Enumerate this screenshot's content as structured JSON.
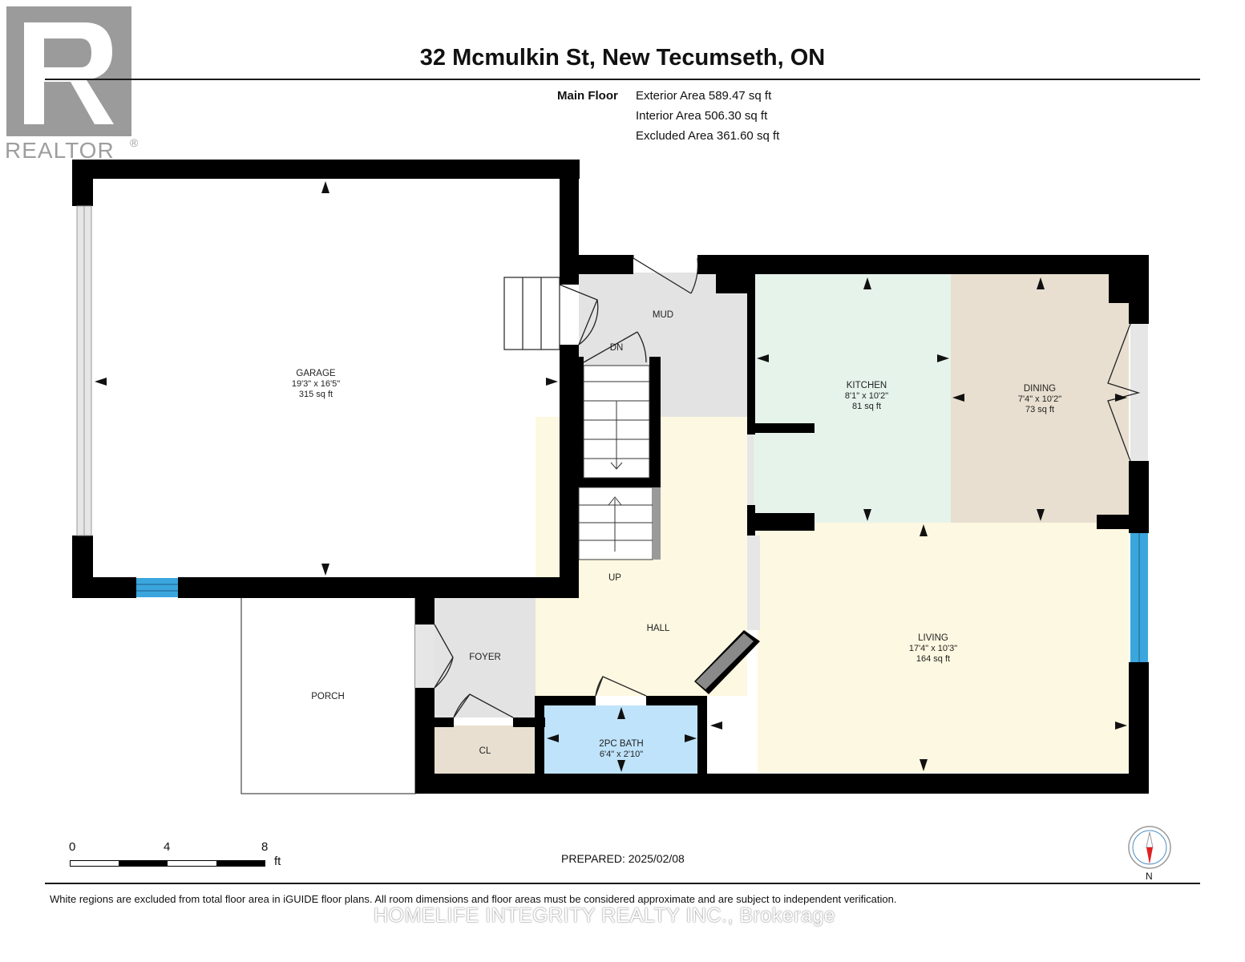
{
  "title": "32 Mcmulkin St, New Tecumseth, ON",
  "floor": {
    "name": "Main Floor",
    "exterior_area": "Exterior Area 589.47 sq ft",
    "interior_area": "Interior Area 506.30 sq ft",
    "excluded_area": "Excluded Area 361.60 sq ft"
  },
  "rooms": {
    "garage": {
      "name": "GARAGE",
      "dims": "19'3\" x 16'5\"",
      "area": "315 sq ft"
    },
    "kitchen": {
      "name": "KITCHEN",
      "dims": "8'1\" x 10'2\"",
      "area": "81 sq ft"
    },
    "dining": {
      "name": "DINING",
      "dims": "7'4\" x 10'2\"",
      "area": "73 sq ft"
    },
    "living": {
      "name": "LIVING",
      "dims": "17'4\" x 10'3\"",
      "area": "164 sq ft"
    },
    "bath": {
      "name": "2PC BATH",
      "dims": "6'4\" x 2'10\""
    },
    "mud": {
      "name": "MUD"
    },
    "hall": {
      "name": "HALL"
    },
    "foyer": {
      "name": "FOYER"
    },
    "porch": {
      "name": "PORCH"
    },
    "closet": {
      "name": "CL"
    },
    "stairs_down": "DN",
    "stairs_up": "UP"
  },
  "scale": {
    "labels": [
      "0",
      "4",
      "8"
    ],
    "unit": "ft"
  },
  "prepared": "PREPARED: 2025/02/08",
  "compass": {
    "label": "N"
  },
  "disclaimer": "White regions are excluded from total floor area in iGUIDE floor plans. All room dimensions and floor areas must be considered approximate and are subject to independent verification.",
  "watermark": {
    "realtor": "REALTOR",
    "brokerage": "HOMELIFE INTEGRITY REALTY INC., Brokerage"
  },
  "colors": {
    "wall": "#000000",
    "mud_foyer": "#e3e3e3",
    "kitchen": "#e5f3eb",
    "dining": "#e8dfd0",
    "hall_living": "#fdf8e1",
    "bath": "#bfe3fb",
    "closet": "#e8dfd0",
    "window": "#3aa6dd"
  }
}
